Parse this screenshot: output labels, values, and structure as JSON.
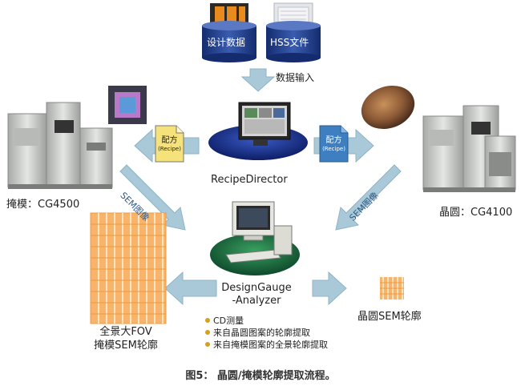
{
  "inputs": {
    "design_data": "设计数据",
    "hss_file": "HSS文件",
    "data_input": "数据输入"
  },
  "recipe_director": "RecipeDirector",
  "recipe_doc": {
    "title": "配方",
    "sub": "(Recipe)"
  },
  "mask_label": "掩模：CG4500",
  "wafer_label": "晶圆：CG4100",
  "sem_image": "SEM图像",
  "design_gauge": {
    "line1": "DesignGauge",
    "line2": "-Analyzer"
  },
  "wafer_sem": "晶圆SEM轮廓",
  "mask_fov": {
    "line1": "全景大FOV",
    "line2": "掩模SEM轮廓"
  },
  "bullets": [
    "CD测量",
    "来自晶圆图案的轮廓提取",
    "来自掩模图案的全景轮廓提取"
  ],
  "caption": "图5：  晶圆/掩模轮廓提取流程。",
  "colors": {
    "arrow": "#a9c9d8",
    "recipe_yellow": "#f5e27a",
    "recipe_blue": "#3d7fc0",
    "cylinder_blue": "#1f3c8a",
    "grid_orange": "#f29a3c"
  }
}
